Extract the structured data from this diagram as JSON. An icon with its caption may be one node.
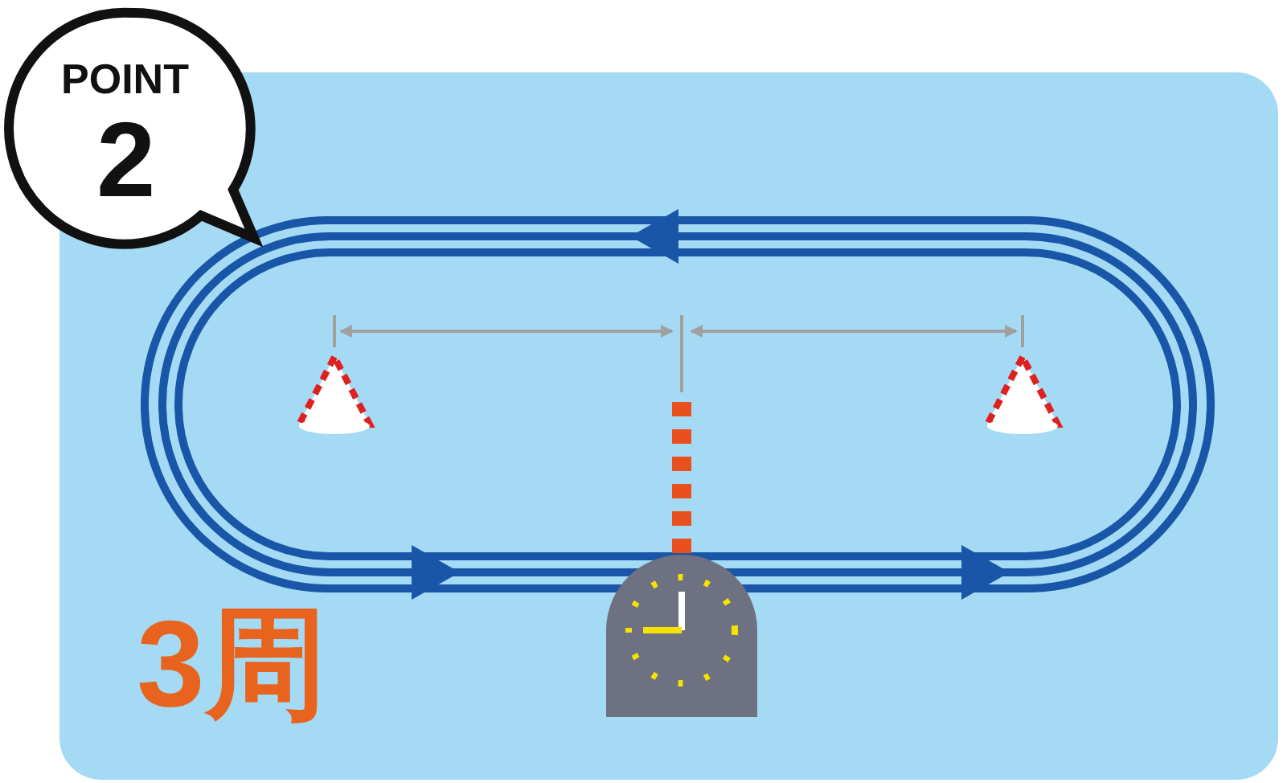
{
  "diagram": {
    "labels": [
      "POINT",
      "2",
      "3周"
    ]
  }
}
